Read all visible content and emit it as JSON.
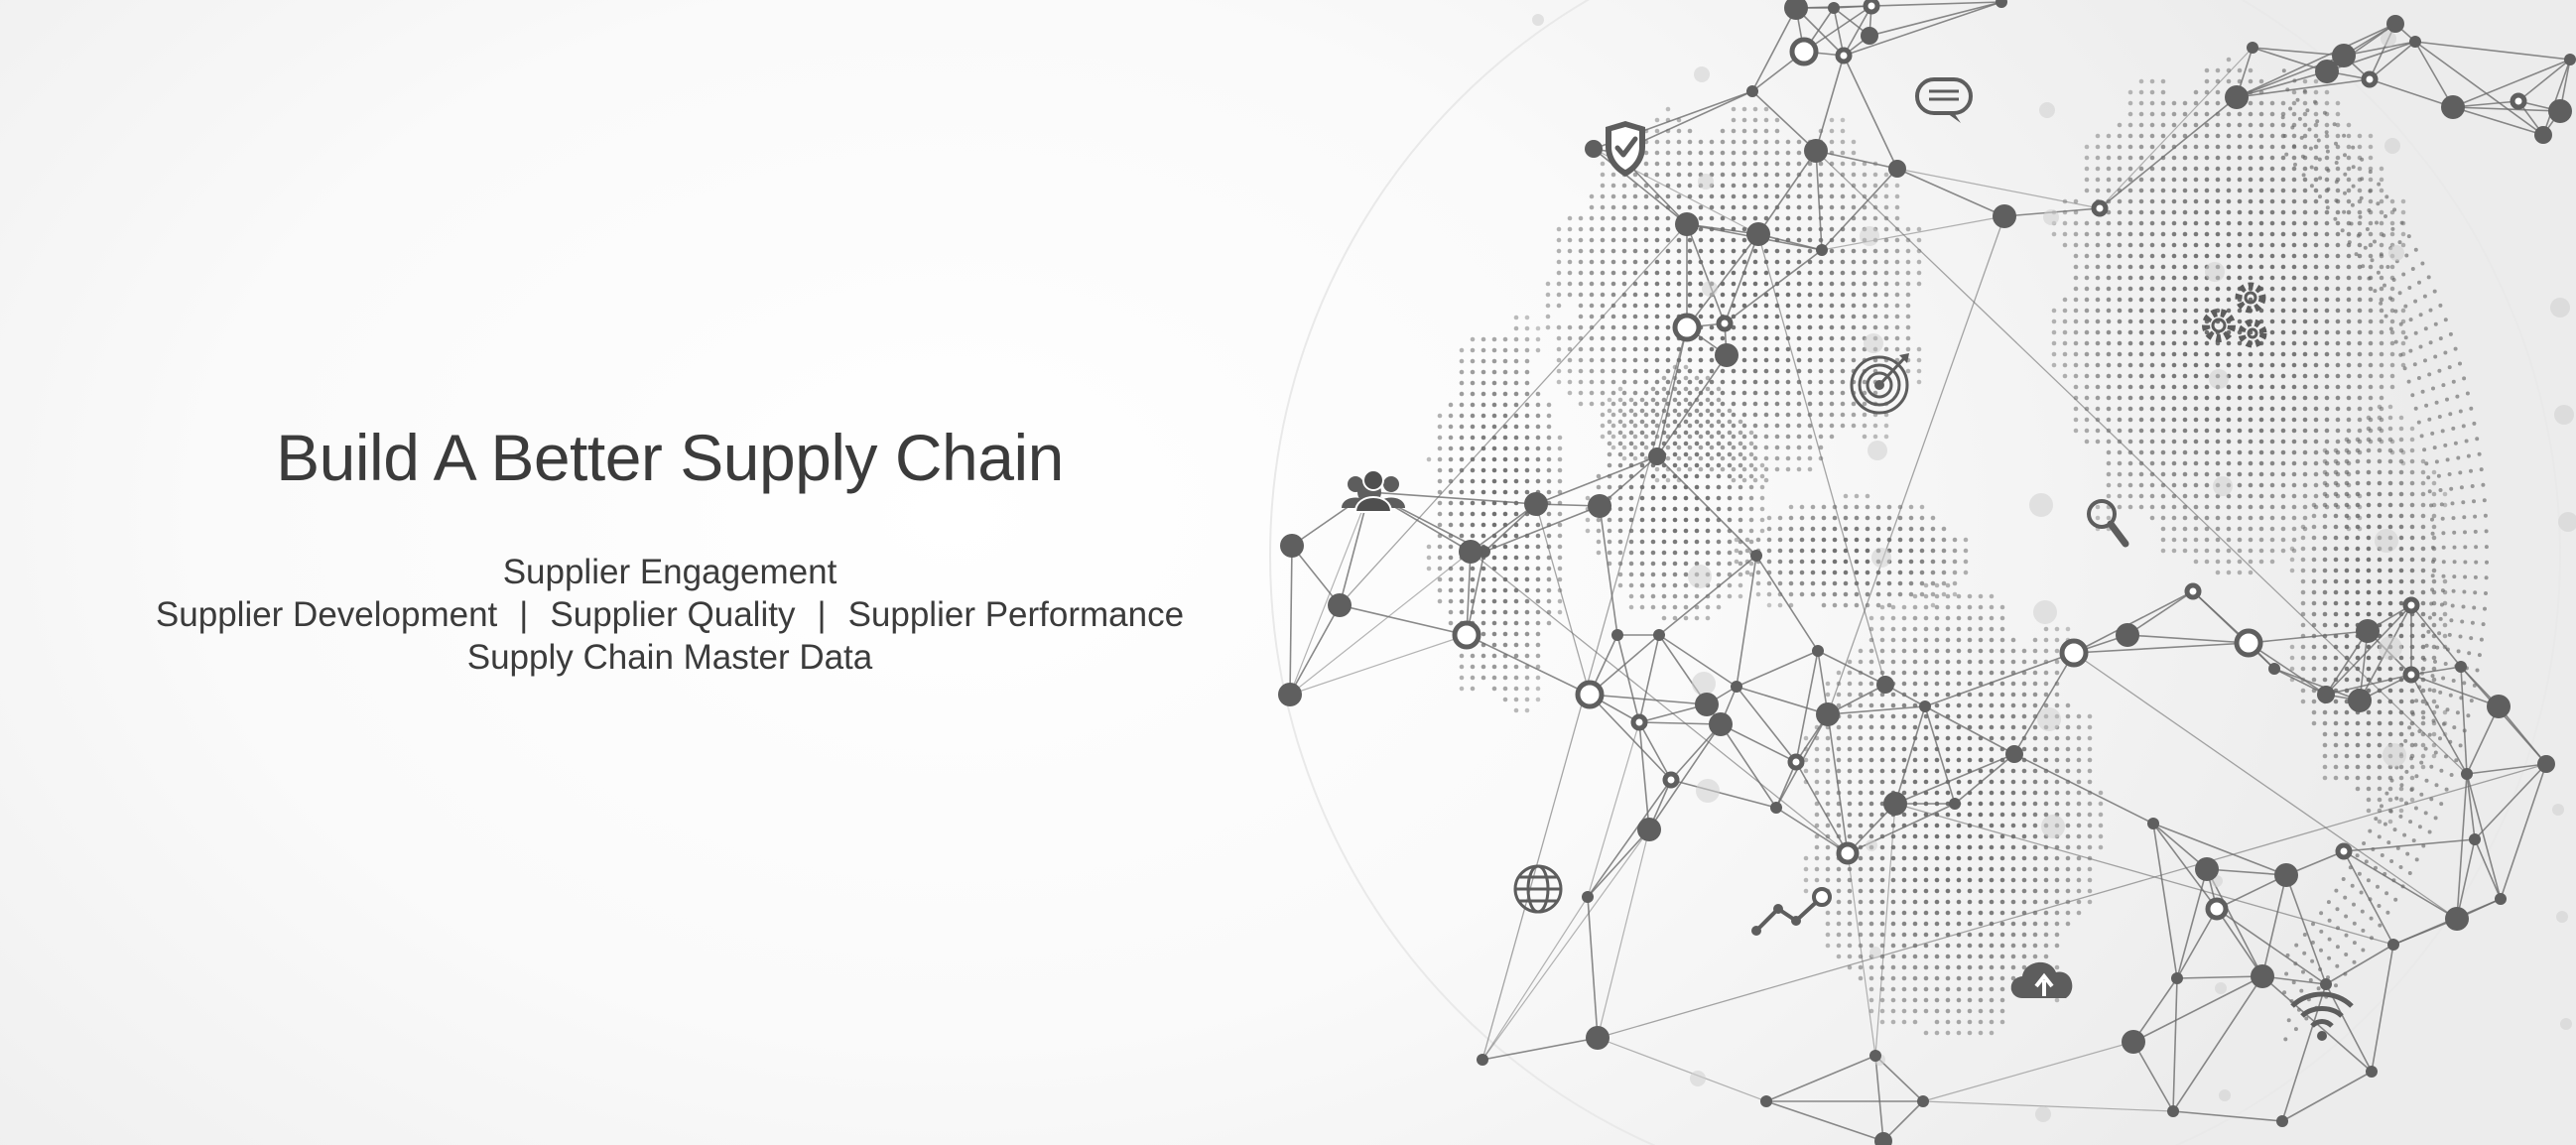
{
  "hero": {
    "headline": "Build A Better Supply Chain",
    "taglines": {
      "line1": "Supplier Engagement",
      "line2_items": [
        "Supplier Development",
        "Supplier Quality",
        "Supplier Performance"
      ],
      "separator": "|",
      "line3": "Supply Chain Master Data"
    }
  },
  "illustration": {
    "subject": "network-globe",
    "icons": [
      "shield-check-icon",
      "chat-bubble-icon",
      "gear-icon",
      "target-icon",
      "users-group-icon",
      "magnifier-icon",
      "globe-icon",
      "line-chart-icon",
      "cloud-upload-icon",
      "wifi-icon"
    ],
    "colors": {
      "node": "#5f5f5f",
      "line": "#6d6d6d",
      "dots": "#606060",
      "background": "#ffffff"
    }
  }
}
